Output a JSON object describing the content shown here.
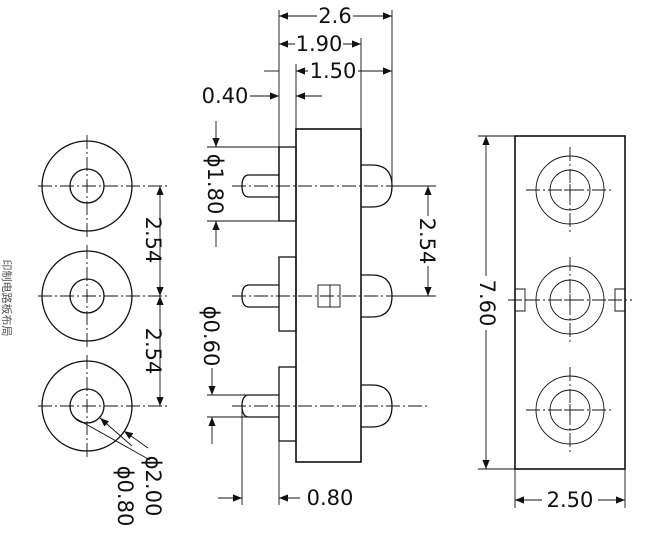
{
  "side_label": "印制电路板布局",
  "dims": {
    "width_26": "2.6",
    "d_190": "1.90",
    "d_150": "1.50",
    "d_040": "0.40",
    "phi_180": "ϕ1.80",
    "pitch_254": "2.54",
    "pitch_254_right": "2.54",
    "pitch_254_left_top": "2.54",
    "pitch_254_left_bottom": "2.54",
    "phi_060": "ϕ0.60",
    "d_080": "0.80",
    "phi_200": "ϕ2.00",
    "phi_080": "ϕ0.80",
    "height_760": "7.60",
    "width_250": "2.50"
  }
}
